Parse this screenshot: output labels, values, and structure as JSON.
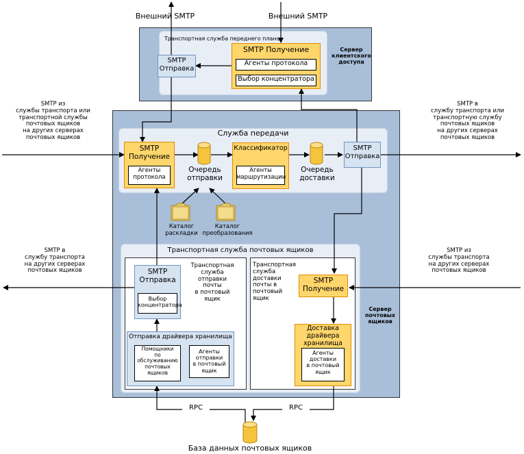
{
  "ext_smtp_left": "Внешний SMTP",
  "ext_smtp_right": "Внешний SMTP",
  "front_end": {
    "title": "Транспортная служба переднего плана",
    "server_label": "Сервер\nклиентского\nдоступа",
    "smtp_send": "SMTP\nОтправка",
    "smtp_receive": "SMTP Получение",
    "protocol_agents": "Агенты протокола",
    "hub_selection": "Выбор концентратора"
  },
  "transport": {
    "title": "Служба передачи",
    "smtp_receive": "SMTP\nПолучение",
    "protocol_agents": "Агенты\nпротокола",
    "submission_queue": "Очередь\nотправки",
    "categorizer": "Классификатор",
    "routing_agents": "Агенты\nмаршрутизации",
    "delivery_queue": "Очередь\nдоставки",
    "smtp_send": "SMTP\nОтправка",
    "pickup_dir": "Каталог\nраскладки",
    "replay_dir": "Каталог\nпреобразования"
  },
  "side_labels": {
    "left_in": "SMTP из\nслужбы транспорта или\nтранспортной службы\nпочтовых ящиков\nна других серверах\nпочтовых ящиков",
    "right_out": "SMTP в\nслужбу транспорта или\nтранспортную службу\nпочтовых ящиков\nна других серверах\nпочтовых ящиков",
    "left_out": "SMTP в\nслужбу транспорта\nна других серверах\nпочтовых ящиков",
    "right_in": "SMTP из\nслужбы транспорта\nна других серверах\nпочтовых ящиков"
  },
  "mailbox": {
    "server_label": "Сервер\nпочтовых\nящиков",
    "title": "Транспортная служба почтовых ящиков",
    "submission_service": "Транспортная\nслужба\nотправки\nпочты\nв почтовый\nящик",
    "delivery_service": "Транспортная\nслужба\nдоставки\nпочты в\nпочтовый\nящик",
    "smtp_send": "SMTP\nОтправка",
    "hub_selection": "Выбор\nконцентратора",
    "store_driver_submit": "Отправка драйвера хранилища",
    "mailbox_assistants": "Помощники\nпо\nобслуживанию\nпочтовых\nящиков",
    "submission_agents": "Агенты\nотправки\nв почтовый\nящик",
    "smtp_receive": "SMTP\nПолучение",
    "store_driver_deliver": "Доставка\nдрайвера\nхранилища",
    "delivery_agents": "Агенты\nдоставки\nв почтовый\nящик"
  },
  "rpc_left": "RPC",
  "rpc_right": "RPC",
  "database": "База данных почтовых ящиков",
  "colors": {
    "server_bg": "#a9bfd9",
    "orange": "#ffd66b",
    "orange_border": "#e08a00",
    "light_blue": "#d6e3f1"
  }
}
